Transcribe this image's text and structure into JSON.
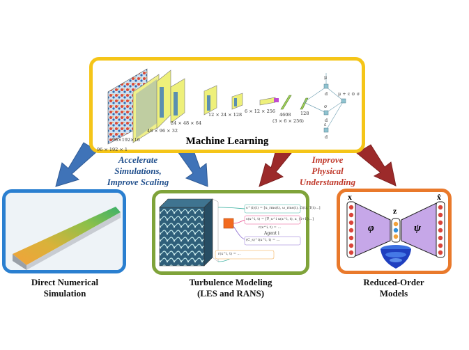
{
  "colors": {
    "ml_border": "#f5c518",
    "dns_border": "#2a7fd0",
    "turbulence_border": "#7fa33a",
    "rom_border": "#e9792b",
    "blue_arrow": "#3f73b8",
    "red_arrow": "#9c2a2a",
    "blue_text": "#1f4e8c",
    "red_text": "#c0392b"
  },
  "machine_learning": {
    "title": "Machine Learning",
    "layer_dims": [
      "96 × 192 × 1",
      "96×192×16",
      "48 × 96 × 32",
      "24 × 48 × 64",
      "12 × 24 × 128",
      "6 × 12 × 256",
      "4608",
      "(3 × 6 × 256)",
      "128"
    ],
    "latent_labels": [
      "μ",
      "d",
      "σ",
      "d",
      "ε",
      "d",
      "μ + ε ⊙ σ"
    ]
  },
  "arrows": {
    "blue_label_lines": [
      "Accelerate",
      "Simulations,",
      "Improve Scaling"
    ],
    "red_label_lines": [
      "Improve",
      "Physical",
      "Understanding"
    ]
  },
  "panels": {
    "dns": {
      "caption_lines": [
        "Direct Numerical",
        "Simulation"
      ]
    },
    "turbulence": {
      "caption_lines": [
        "Turbulence Modeling",
        "(LES and RANS)"
      ],
      "agent_label": "Agent i",
      "equations": [
        "s^(i)(t) = [u_rms(t), ω_rms(t), Ω(t), T(t)...]",
        "s(x^i, t) = [∇_x^i u(x^i, t), x_{i+1}...]",
        "r(x^i, t) = ...",
        "(C_s)^i(x^i, t) = ...",
        "r(x^i, t) = ..."
      ]
    },
    "rom": {
      "caption_lines": [
        "Reduced-Order",
        "Models"
      ],
      "input_label": "x",
      "latent_label": "z",
      "output_label": "x̂",
      "encoder_label": "φ",
      "decoder_label": "ψ"
    }
  }
}
